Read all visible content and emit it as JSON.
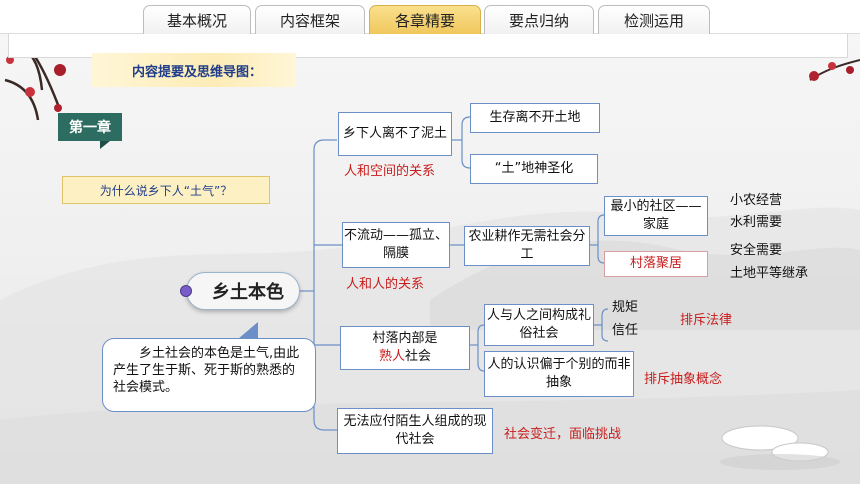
{
  "tabs": [
    "基本概况",
    "内容框架",
    "各章精要",
    "要点归纳",
    "检测运用"
  ],
  "active_tab": "各章精要",
  "summary_title": "内容提要及思维导图：",
  "chapter_label": "第一章",
  "question": "为什么说乡下人“土气”？",
  "center_topic": "乡土本色",
  "description": "乡土社会的本色是土气,由此产生了生于斯、死于斯的熟悉的社会模式。",
  "branch1": {
    "box": "乡下人离不了泥土",
    "relation": "人和空间的关系",
    "children": [
      "生存离不开土地",
      "“土”地神圣化"
    ]
  },
  "branch2": {
    "box": "不流动——孤立、隔膜",
    "relation": "人和人的关系",
    "child": "农业耕作无需社会分工",
    "sub": [
      "最小的社区——家庭",
      "村落聚居"
    ],
    "notes": [
      "小农经营",
      "水利需要",
      "安全需要",
      "土地平等继承"
    ]
  },
  "branch3": {
    "box_prefix": "村落内部是",
    "box_highlight": "熟人",
    "box_suffix": "社会",
    "children": [
      "人与人之间构成礼俗社会",
      "人的认识偏于个别的而非抽象"
    ],
    "notes": [
      "规矩",
      "信任"
    ],
    "red_notes": [
      "排斥法律",
      "排斥抽象概念"
    ]
  },
  "branch4": {
    "box": "无法应付陌生人组成的现代社会",
    "red_note": "社会变迁，面临挑战"
  },
  "colors": {
    "highlight": "#c81d1d",
    "box_border": "#6b8fc6",
    "chapter_bg": "#2d6d61",
    "active_tab": "#f0c75e"
  }
}
